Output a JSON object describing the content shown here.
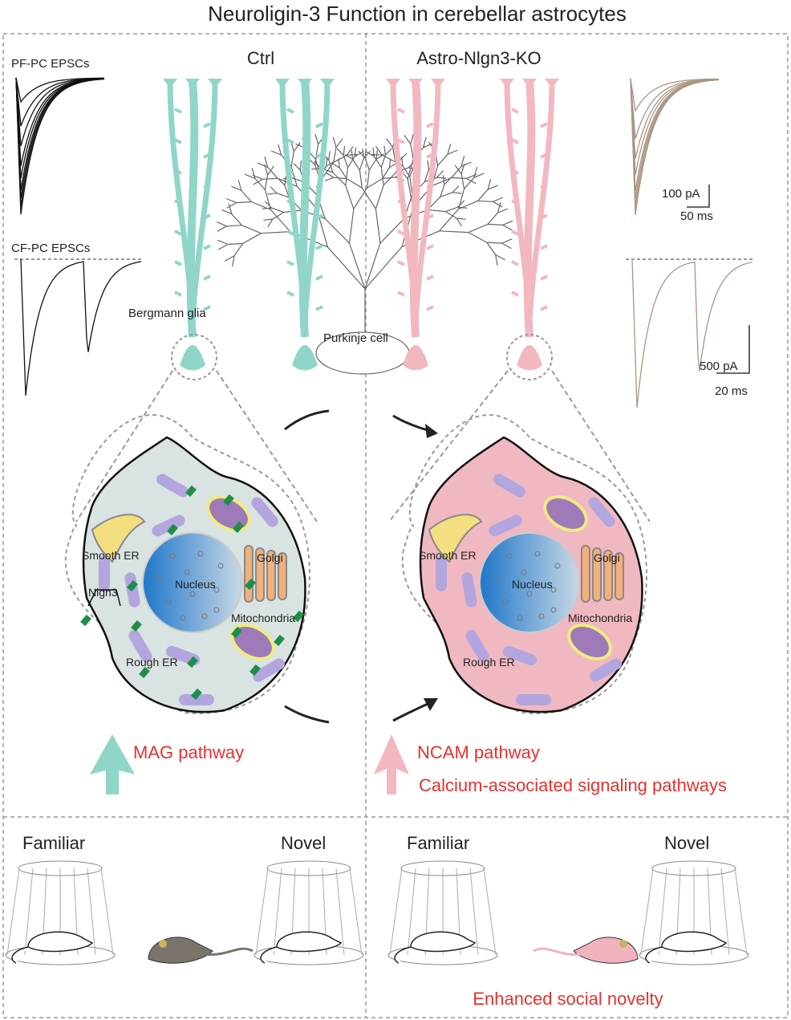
{
  "title": "Neuroligin-3 Function in cerebellar astrocytes",
  "groups": {
    "ctrl": "Ctrl",
    "ko": "Astro-Nlgn3-KO"
  },
  "traces": {
    "pf_label": "PF-PC EPSCs",
    "cf_label": "CF-PC EPSCs",
    "pf_scale_y": "100 pA",
    "pf_scale_x": "50 ms",
    "cf_scale_y": "500 pA",
    "cf_scale_x": "20 ms"
  },
  "anatomy": {
    "bergmann": "Bergmann glia",
    "purkinje": "Purkinje cell"
  },
  "organelles": {
    "smooth_er": "Smooth ER",
    "golgi": "Golgi",
    "nucleus": "Nucleus",
    "nlgn3": "Nlgn3",
    "mitochondria": "Mitochondria",
    "rough_er": "Rough ER"
  },
  "pathways": {
    "ctrl": "MAG pathway",
    "ko_1": "NCAM pathway",
    "ko_2": "Calcium-associated signaling pathways"
  },
  "behavior": {
    "familiar": "Familiar",
    "novel": "Novel",
    "result": "Enhanced social novelty"
  },
  "colors": {
    "ctrl": "#8fd6c8",
    "ko": "#f2b8c0",
    "ctrl_cell": "#d9e3e1",
    "ko_cell": "#f0b8c0",
    "ko_trace": "#a89684",
    "accent_red": "#e8312f"
  }
}
